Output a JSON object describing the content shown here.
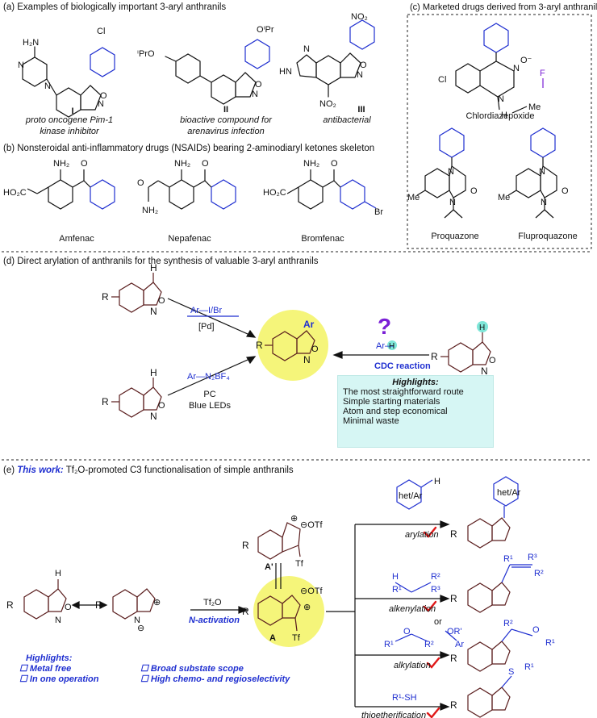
{
  "sections": {
    "a": "(a) Examples of biologically important 3-aryl anthranils",
    "b": "(b) Nonsteroidal anti-inflammatory drugs (NSAIDs) bearing 2-aminodiaryl ketones skeleton",
    "c": "(c) Marketed drugs derived from 3-aryl anthranil",
    "d": "(d) Direct arylation of anthranils for the synthesis of valuable 3-aryl anthranils",
    "e_prefix": "(e) ",
    "e_bold": "This work:",
    "e_rest": " Tf₂O-promoted C3 functionalisation of simple anthranils"
  },
  "compounds_a": [
    {
      "numeral": "I",
      "caption": [
        "proto oncogene Pim-1",
        "kinase inhibitor"
      ],
      "sub": [
        "Cl",
        "H₂N",
        "N",
        "N",
        "N",
        "O"
      ]
    },
    {
      "numeral": "II",
      "caption": [
        "bioactive compound for",
        "arenavirus infection"
      ],
      "sub": [
        "OⁱPr",
        "ⁱPrO",
        "N",
        "O"
      ]
    },
    {
      "numeral": "III",
      "caption": [
        "antibacterial"
      ],
      "sub": [
        "NO₂",
        "HN",
        "N",
        "NO₂",
        "N",
        "O"
      ]
    }
  ],
  "compounds_b": [
    {
      "name": "Amfenac",
      "sub": [
        "NH₂",
        "HO₂C",
        "O"
      ]
    },
    {
      "name": "Nepafenac",
      "sub": [
        "NH₂",
        "O",
        "NH₂",
        "O"
      ]
    },
    {
      "name": "Bromfenac",
      "sub": [
        "NH₂",
        "HO₂C",
        "O",
        "Br"
      ]
    }
  ],
  "compounds_c": [
    {
      "name": "Chlordiazepoxide",
      "sub": [
        "Cl",
        "N",
        "O⁻",
        "N",
        "H",
        "Me"
      ]
    },
    {
      "name": "Proquazone",
      "sub": [
        "Me",
        "N",
        "N",
        "O"
      ]
    },
    {
      "name": "Fluproquazone",
      "sub": [
        "F",
        "Me",
        "N",
        "N",
        "O"
      ]
    }
  ],
  "section_d": {
    "r_label": "R",
    "h_label": "H",
    "n_label": "N",
    "o_label": "O",
    "ar_label": "Ar",
    "reagent_top": "Ar—I/Br",
    "cat_top": "[Pd]",
    "reagent_bottom": "Ar—N₂BF₄",
    "cond_bottom": [
      "PC",
      "Blue LEDs"
    ],
    "question": "?",
    "ar_h": "Ar—",
    "cdc": "CDC reaction",
    "highlights_title": "Highlights:",
    "highlights": [
      "The most straightforward route",
      "Simple starting materials",
      "Atom and step economical",
      "Minimal waste"
    ]
  },
  "section_e": {
    "reagent": "Tf₂O",
    "activation": "N-activation",
    "tf": "Tf",
    "otf": "⊖OTf",
    "plus": "⊕",
    "minus": "⊖",
    "int_a": "A",
    "int_a_prime": "A'",
    "het_ar": "het/Ar",
    "highlights_title": "Highlights:",
    "highlights": [
      "☐ Metal free",
      "☐ In one operation",
      "☐ Broad substate scope",
      "☐ High chemo- and regioselectivity"
    ],
    "reactions": [
      {
        "name": "arylation"
      },
      {
        "name": "alkenylation",
        "sub": [
          "H",
          "R¹",
          "R²",
          "R³"
        ]
      },
      {
        "name": "alkylation",
        "sub": [
          "O",
          "R¹",
          "R²",
          "or",
          "OR'",
          "Ar"
        ]
      },
      {
        "name": "thioetherification",
        "sub": [
          "R¹-SH",
          "S",
          "R¹"
        ]
      }
    ]
  },
  "colors": {
    "accent_blue": "#1f2fd0",
    "highlight_yellow": "#f5f57a",
    "highlight_cyan": "#d6f6f4",
    "purple": "#7a1fd6",
    "check_red": "#e01818",
    "bond_dark": "#5a1d1d"
  }
}
